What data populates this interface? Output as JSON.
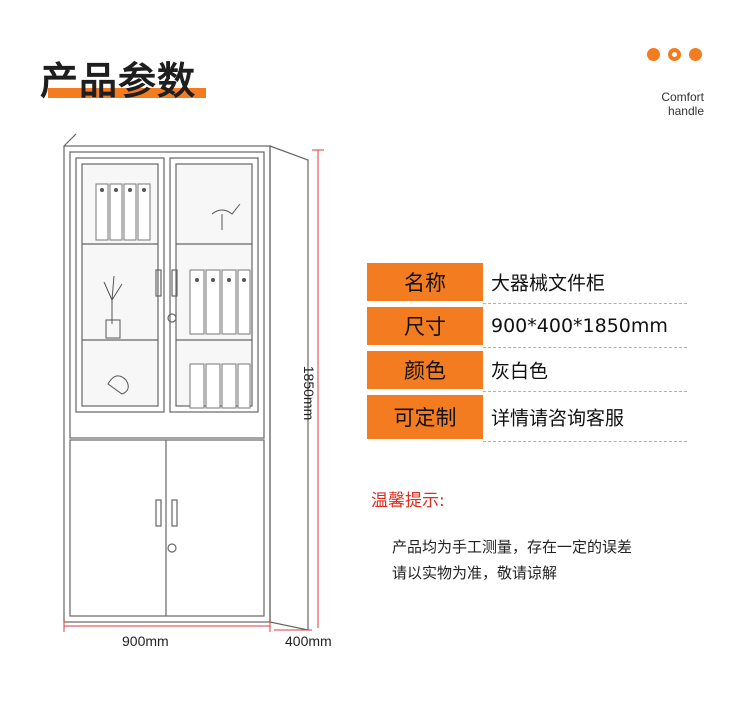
{
  "header": {
    "title": "产品参数",
    "brand_line1": "Comfort",
    "brand_line2": "handle"
  },
  "colors": {
    "accent": "#f47c20",
    "tip_red": "#e02b20",
    "dimension_line": "#e03a3a"
  },
  "dimensions": {
    "width": "900mm",
    "depth": "400mm",
    "height": "1850mm"
  },
  "specs": [
    {
      "label": "名称",
      "value": "大器械文件柜"
    },
    {
      "label": "尺寸",
      "value": "900*400*1850mm"
    },
    {
      "label": "颜色",
      "value": "灰白色"
    },
    {
      "label": "可定制",
      "value": "详情请咨询客服"
    }
  ],
  "tip": {
    "title": "温馨提示:",
    "line1": "产品均为手工测量，存在一定的误差",
    "line2": "请以实物为准，敬请谅解"
  }
}
